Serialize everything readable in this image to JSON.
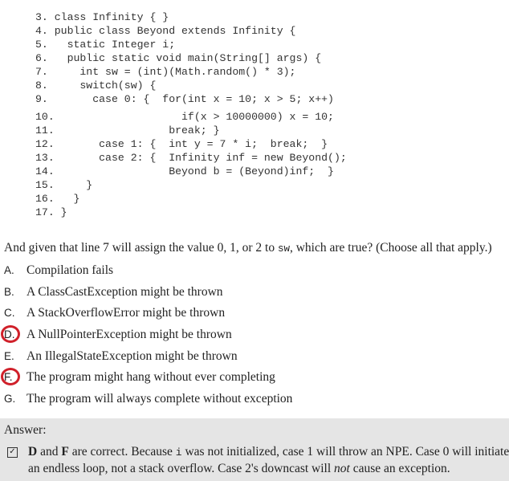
{
  "code_lines": [
    "3. class Infinity { }",
    "4. public class Beyond extends Infinity {",
    "5.   static Integer i;",
    "6.   public static void main(String[] args) {",
    "7.     int sw = (int)(Math.random() * 3);",
    "8.     switch(sw) {",
    "9.       case 0: {  for(int x = 10; x > 5; x++)",
    "10.                    if(x > 10000000) x = 10;",
    "11.                  break; }",
    "12.       case 1: {  int y = 7 * i;  break;  }",
    "13.       case 2: {  Infinity inf = new Beyond();",
    "14.                  Beyond b = (Beyond)inf;  }",
    "15.     }",
    "16.   }",
    "17. }"
  ],
  "question": {
    "before": "And given that line 7 will assign the value 0, 1, or 2 to ",
    "var": "sw",
    "after": ", which are true? (Choose all that apply.)"
  },
  "options": [
    {
      "letter": "A.",
      "text": "Compilation fails",
      "marked": false
    },
    {
      "letter": "B.",
      "text": "A ClassCastException might be thrown",
      "marked": false
    },
    {
      "letter": "C.",
      "text": "A StackOverflowError might be thrown",
      "marked": false
    },
    {
      "letter": "D.",
      "text": "A NullPointerException might be thrown",
      "marked": true
    },
    {
      "letter": "E.",
      "text": "An IllegalStateException might be thrown",
      "marked": false
    },
    {
      "letter": "F.",
      "text": "The program might hang without ever completing",
      "marked": true
    },
    {
      "letter": "G.",
      "text": "The program will always complete without exception",
      "marked": false
    }
  ],
  "answer": {
    "label": "Answer:",
    "check": "✓",
    "d": "D",
    "and": " and ",
    "f": "F",
    "t1": " are correct. Because ",
    "var": "i",
    "t2": " was not initialized, case 1 will throw an NPE. Case 0 will initiate an endless loop, not a stack overflow. Case 2's downcast will ",
    "not": "not",
    "t3": " cause an exception."
  },
  "colors": {
    "circle": "#d0202a",
    "answer_bg": "#e5e5e5"
  }
}
